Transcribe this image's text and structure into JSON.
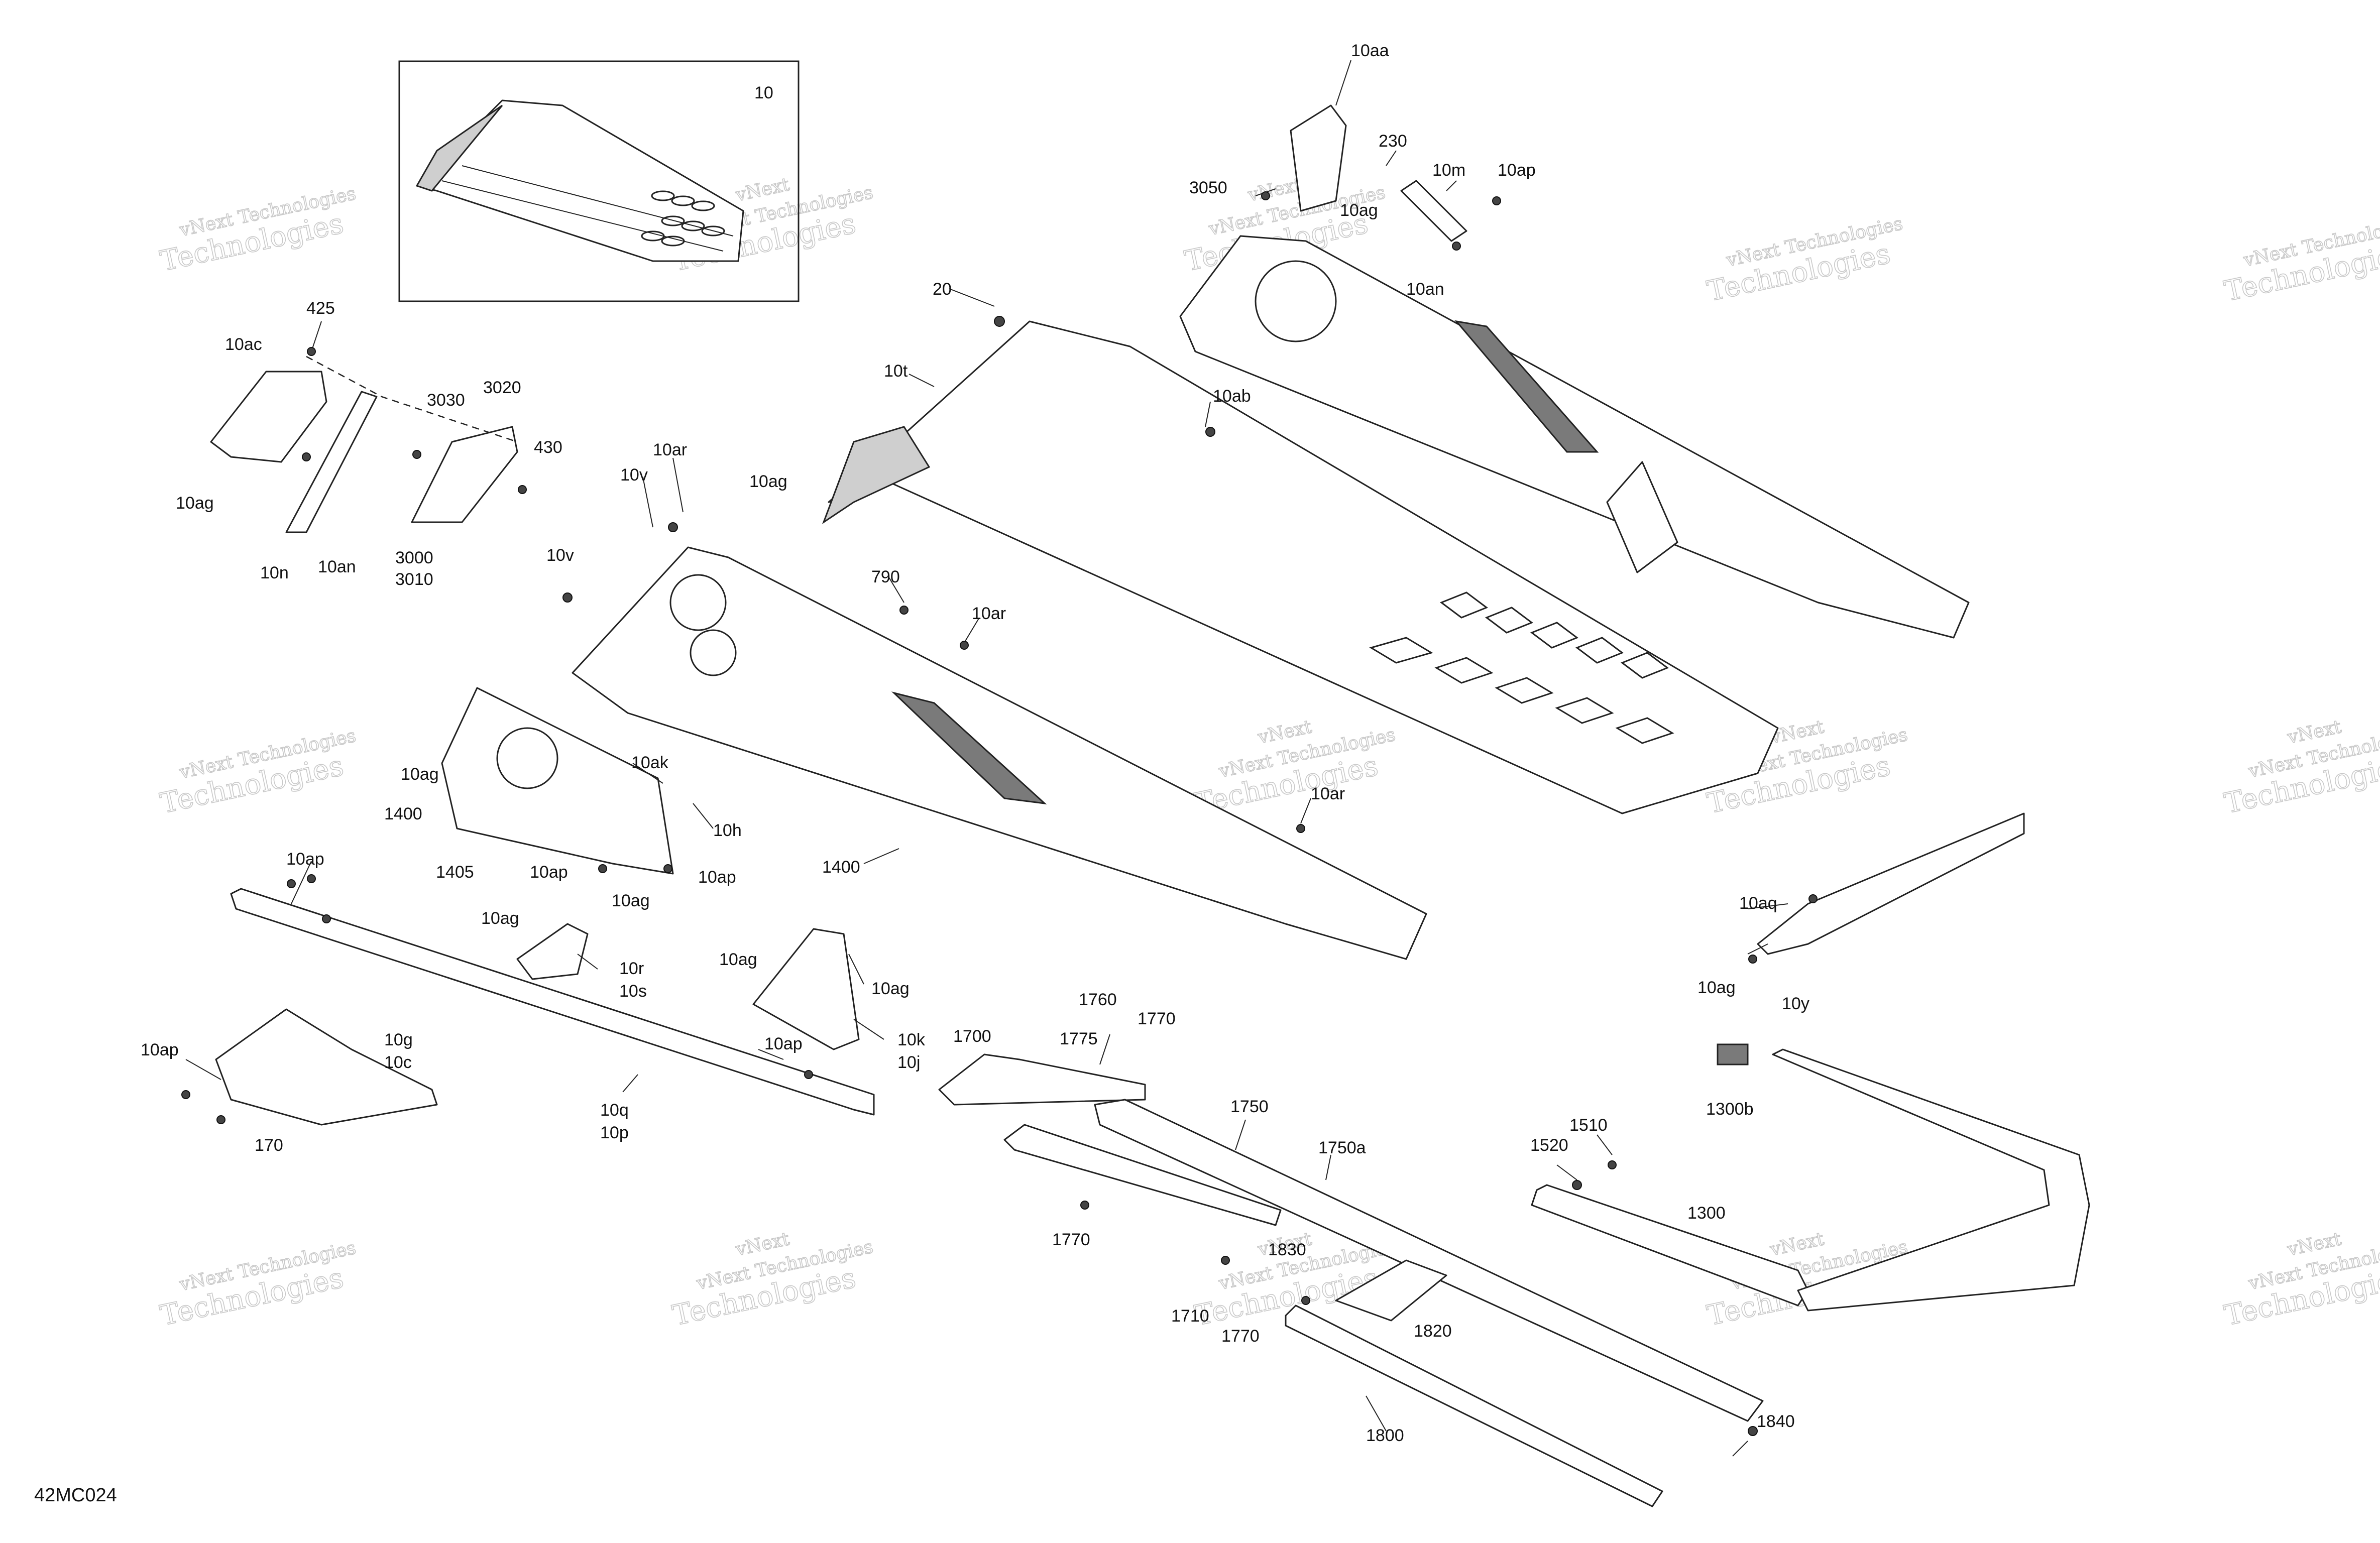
{
  "diagram_code": "42MC024",
  "watermark": {
    "line1": "vNext Technologies",
    "line2": "Technologies",
    "line3": "vNext"
  },
  "inset": {
    "label": "10"
  },
  "labels": {
    "l_10aa": "10aa",
    "l_230": "230",
    "l_10m": "10m",
    "l_10ap_tr": "10ap",
    "l_3050": "3050",
    "l_10ag_tr": "10ag",
    "l_10an_tr": "10an",
    "l_20": "20",
    "l_10t": "10t",
    "l_10ab": "10ab",
    "l_10ag_t": "10ag",
    "l_425": "425",
    "l_10ac": "10ac",
    "l_3030": "3030",
    "l_3020": "3020",
    "l_430": "430",
    "l_10ag_l": "10ag",
    "l_3000": "3000",
    "l_3010": "3010",
    "l_10n": "10n",
    "l_10an_l": "10an",
    "l_10ar_t": "10ar",
    "l_10v_t": "10v",
    "l_10v_m": "10v",
    "l_790": "790",
    "l_10ar_m": "10ar",
    "l_10ak": "10ak",
    "l_10ag_m": "10ag",
    "l_1400_l": "1400",
    "l_10h": "10h",
    "l_1405": "1405",
    "l_10ap_m1": "10ap",
    "l_10ap_m2": "10ap",
    "l_10ag_m2": "10ag",
    "l_1400_m": "1400",
    "l_10ar_r": "10ar",
    "l_10ap_rail": "10ap",
    "l_10ag_br": "10ag",
    "l_10r": "10r",
    "l_10s": "10s",
    "l_10ag_bk1": "10ag",
    "l_10ag_bk2": "10ag",
    "l_10ap_bk": "10ap",
    "l_10k": "10k",
    "l_10j": "10j",
    "l_10ap_bl": "10ap",
    "l_10g": "10g",
    "l_10c": "10c",
    "l_170": "170",
    "l_10q": "10q",
    "l_10p": "10p",
    "l_1760": "1760",
    "l_1770_t": "1770",
    "l_1700": "1700",
    "l_1775": "1775",
    "l_1750": "1750",
    "l_1750a": "1750a",
    "l_1770_m": "1770",
    "l_1830": "1830",
    "l_1710": "1710",
    "l_1770_b": "1770",
    "l_1820": "1820",
    "l_1800": "1800",
    "l_1840": "1840",
    "l_10aq": "10aq",
    "l_10ag_rr": "10ag",
    "l_10y": "10y",
    "l_1300b": "1300b",
    "l_1520": "1520",
    "l_1510": "1510",
    "l_1300": "1300"
  }
}
